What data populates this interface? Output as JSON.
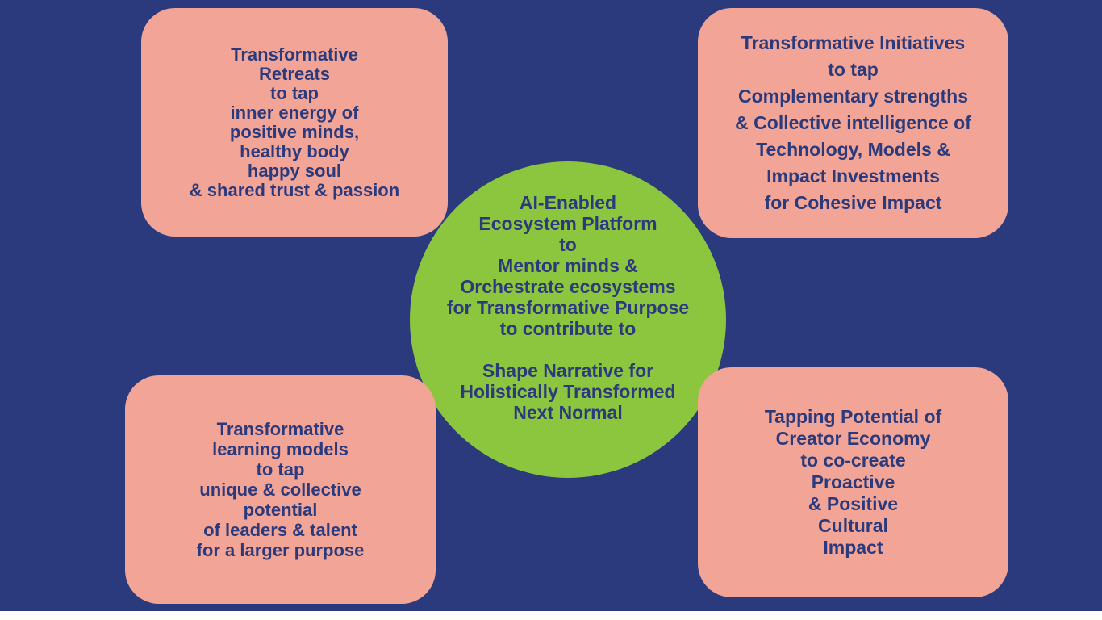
{
  "colors": {
    "background": "#2B3A7D",
    "card": "#F2A596",
    "circle": "#8CC63F",
    "text": "#2B3A7D",
    "strip": "#FFFFFF"
  },
  "cards": {
    "top_left": {
      "lines": [
        "Transformative",
        "Retreats",
        "to tap",
        "inner energy of",
        "positive minds,",
        "healthy body",
        "happy soul",
        "& shared trust & passion"
      ]
    },
    "top_right": {
      "lines": [
        "Transformative Initiatives",
        "to tap",
        "Complementary strengths",
        "& Collective intelligence of",
        "Technology, Models &",
        "Impact Investments",
        "for Cohesive Impact"
      ]
    },
    "bottom_left": {
      "lines": [
        "Transformative",
        "learning models",
        "to tap",
        "unique & collective",
        "potential",
        "of leaders & talent",
        "for a larger purpose"
      ]
    },
    "bottom_right": {
      "lines": [
        "Tapping Potential of",
        "Creator Economy",
        "to co-create",
        "Proactive",
        "& Positive",
        "Cultural",
        "Impact"
      ]
    }
  },
  "center_circle": {
    "lines": [
      "AI-Enabled",
      "Ecosystem Platform",
      "to",
      "Mentor minds &",
      "Orchestrate ecosystems",
      "for Transformative Purpose",
      "to contribute to",
      "",
      "Shape Narrative for",
      "Holistically Transformed",
      "Next Normal"
    ]
  }
}
